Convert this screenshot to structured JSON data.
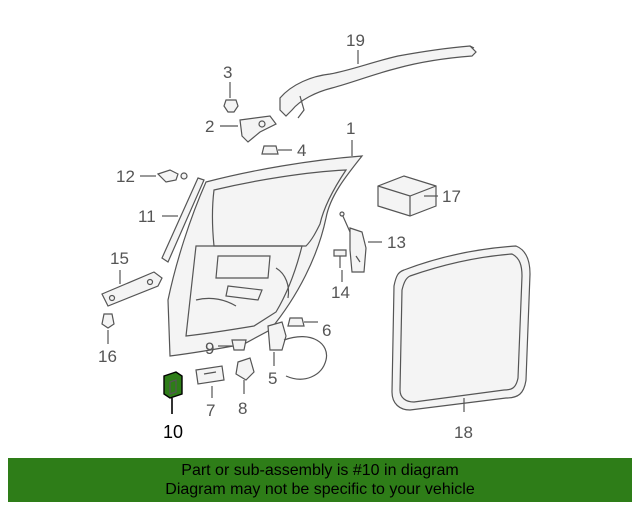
{
  "diagram": {
    "highlighted_part": "10",
    "highlight_color": "#2e7d18",
    "callouts": {
      "c1": "1",
      "c2": "2",
      "c3": "3",
      "c4": "4",
      "c5": "5",
      "c6": "6",
      "c7": "7",
      "c8": "8",
      "c9": "9",
      "c10": "10",
      "c11": "11",
      "c12": "12",
      "c13": "13",
      "c14": "14",
      "c15": "15",
      "c16": "16",
      "c17": "17",
      "c18": "18",
      "c19": "19"
    }
  },
  "banner": {
    "line1": "Part or sub-assembly is #10 in diagram",
    "line2": "Diagram may not be specific to your vehicle",
    "background": "#2e7d18"
  }
}
